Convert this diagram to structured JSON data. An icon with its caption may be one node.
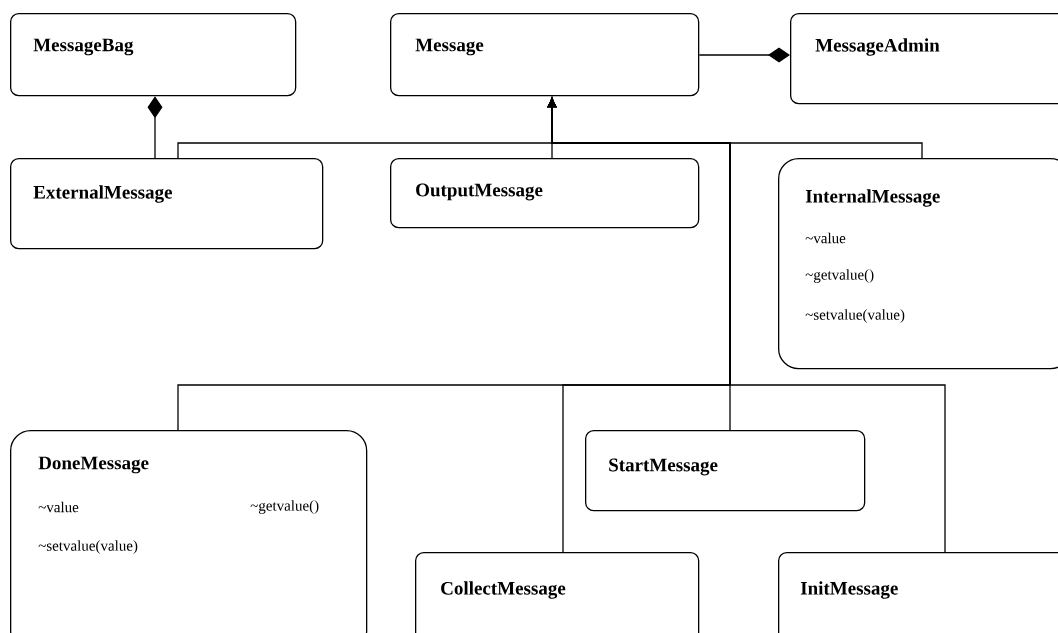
{
  "diagram": {
    "nodes": [
      {
        "text": [
          "MessageBag"
        ]
      },
      {
        "text": [
          "Message"
        ]
      },
      {
        "text": [
          "MessageAdmin"
        ]
      },
      {
        "text": [
          "ExternalMessage"
        ]
      },
      {
        "text": [
          "OutputMessage"
        ]
      },
      {
        "text": [
          "InternalMessage",
          "~value",
          "~getvalue()",
          "~setvalue(value)"
        ]
      },
      {
        "text": [
          "DoneMessage",
          "~value",
          "~getvalue()",
          "~setvalue(value)"
        ]
      },
      {
        "text": [
          "StartMessage"
        ]
      },
      {
        "text": [
          "CollectMessage"
        ]
      },
      {
        "text": [
          "InitMessage"
        ]
      }
    ],
    "edges": [
      {
        "from": 3,
        "to": 0,
        "arrow": "other"
      },
      {
        "from": 1,
        "to": 2,
        "arrow": "other"
      },
      {
        "from": 3,
        "to": 1,
        "arrow": "to"
      },
      {
        "from": 4,
        "to": 1,
        "arrow": "to"
      },
      {
        "from": 5,
        "to": 1,
        "arrow": "to"
      },
      {
        "from": 6,
        "to": 1,
        "arrow": "to"
      },
      {
        "from": 7,
        "to": 1,
        "arrow": "to"
      },
      {
        "from": 8,
        "to": 1,
        "arrow": "to"
      },
      {
        "from": 9,
        "to": 1,
        "arrow": "to"
      }
    ]
  }
}
